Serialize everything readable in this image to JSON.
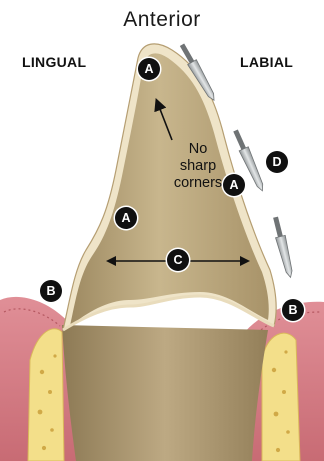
{
  "title": "Anterior",
  "side_labels": {
    "lingual": "LINGUAL",
    "labial": "LABIAL"
  },
  "callouts": {
    "a": "A",
    "b": "B",
    "c": "C",
    "d": "D"
  },
  "note": {
    "line1": "No",
    "line2": "sharp",
    "line3": "corners"
  },
  "colors": {
    "dentin": "#c2ad82",
    "enamel_edge": "#efe4c8",
    "gingiva": "#d27f86",
    "bone": "#f3df8a",
    "bur_blade": "#b9bdbf"
  }
}
